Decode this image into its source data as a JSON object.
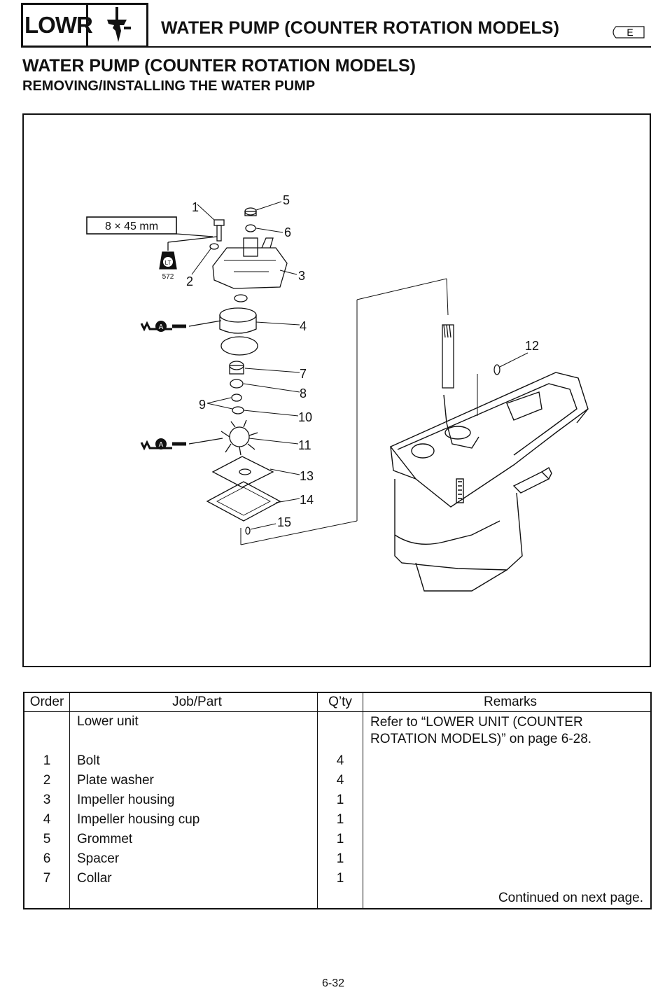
{
  "header": {
    "section_code": "LOWR",
    "title": "WATER PUMP (COUNTER ROTATION MODELS)",
    "lang": "E"
  },
  "section": {
    "title": "WATER PUMP (COUNTER ROTATION MODELS)",
    "subtitle": "REMOVING/INSTALLING THE WATER PUMP"
  },
  "diagram": {
    "bolt_size": "8 × 45 mm",
    "sealant_code": "572",
    "sealant_badge": "LT",
    "grease_badge": "A",
    "callouts": [
      "1",
      "2",
      "3",
      "4",
      "5",
      "6",
      "7",
      "8",
      "9",
      "10",
      "11",
      "12",
      "13",
      "14",
      "15"
    ]
  },
  "table": {
    "headers": {
      "order": "Order",
      "job": "Job/Part",
      "qty": "Q’ty",
      "remarks": "Remarks"
    },
    "rows": [
      {
        "order": "",
        "job": "Lower unit",
        "qty": "",
        "remarks": "Refer to “LOWER UNIT (COUNTER ROTATION MODELS)” on page 6-28."
      },
      {
        "order": "1",
        "job": "Bolt",
        "qty": "4",
        "remarks": ""
      },
      {
        "order": "2",
        "job": "Plate washer",
        "qty": "4",
        "remarks": ""
      },
      {
        "order": "3",
        "job": "Impeller housing",
        "qty": "1",
        "remarks": ""
      },
      {
        "order": "4",
        "job": "Impeller housing cup",
        "qty": "1",
        "remarks": ""
      },
      {
        "order": "5",
        "job": "Grommet",
        "qty": "1",
        "remarks": ""
      },
      {
        "order": "6",
        "job": "Spacer",
        "qty": "1",
        "remarks": ""
      },
      {
        "order": "7",
        "job": "Collar",
        "qty": "1",
        "remarks": ""
      }
    ],
    "continued": "Continued on next page."
  },
  "footer": {
    "page": "6-32"
  }
}
